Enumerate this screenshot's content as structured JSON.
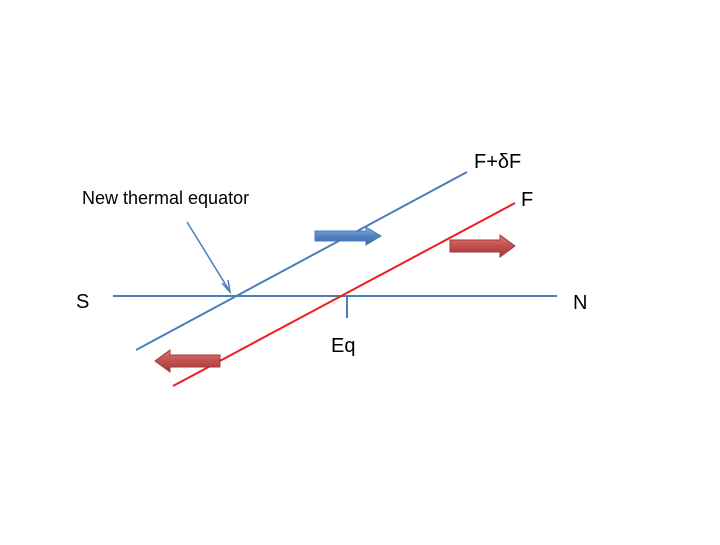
{
  "labels": {
    "south": "S",
    "north": "N",
    "equator": "Eq",
    "forcing": "F",
    "forcing_perturbed": "F+δF",
    "new_thermal_equator": "New thermal equator"
  },
  "colors": {
    "axis_line": "#4a7ebb",
    "forcing_line": "#ee1c1c",
    "perturbed_line": "#4a7ebb",
    "blue_arrow": "#4f81bd",
    "red_arrow": "#c0504d",
    "text": "#000000"
  },
  "arrows": [
    {
      "name": "perturbed-northward-arrow",
      "color": "blue",
      "direction": "right"
    },
    {
      "name": "forcing-northward-arrow",
      "color": "red",
      "direction": "right"
    },
    {
      "name": "forcing-southward-arrow",
      "color": "red",
      "direction": "left"
    }
  ]
}
